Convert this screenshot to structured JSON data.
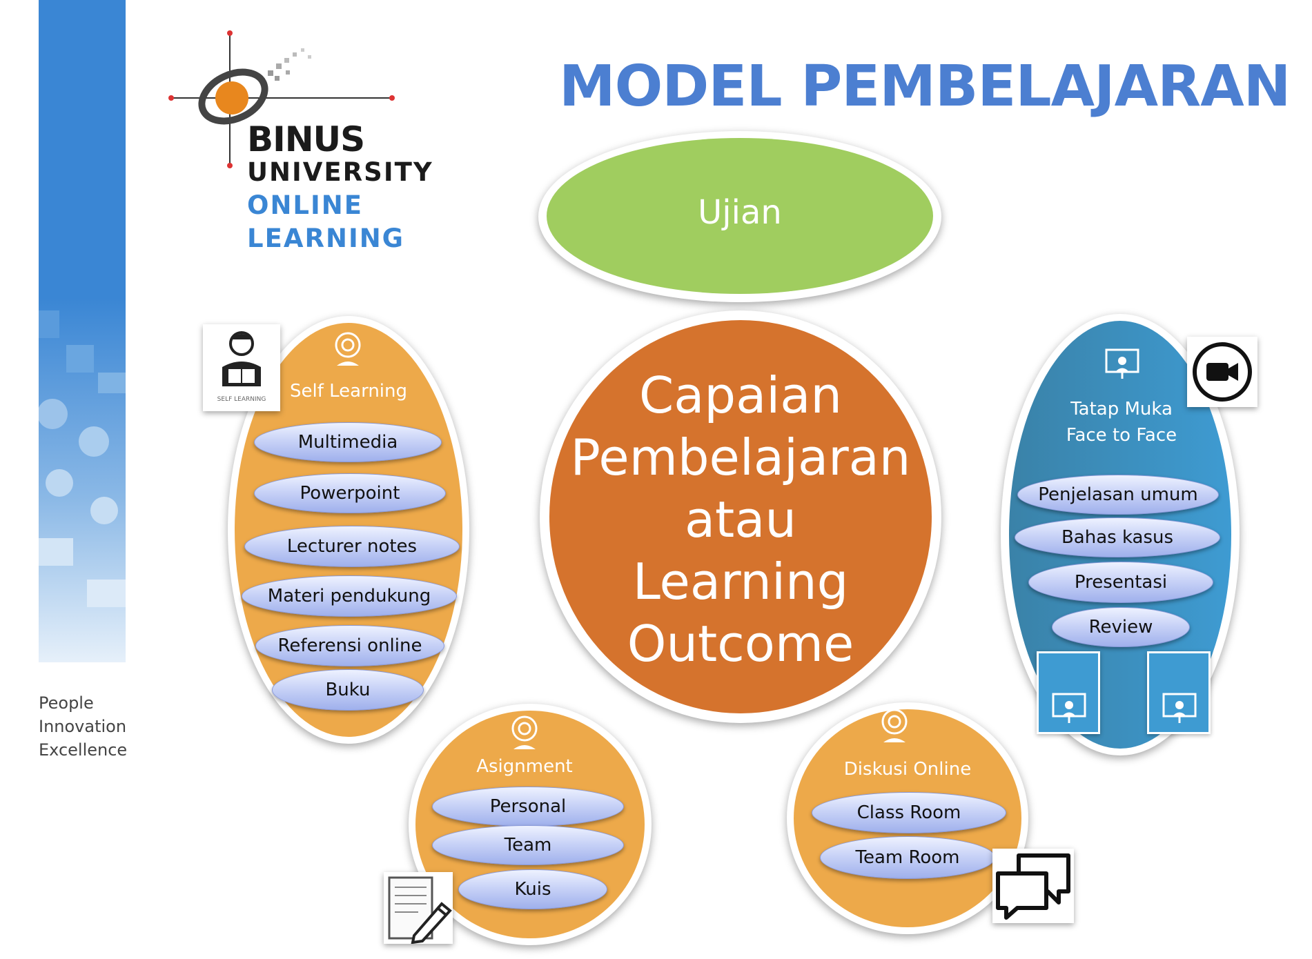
{
  "title": "MODEL PEMBELAJARAN",
  "logo": {
    "line1": "BINUS",
    "line2": "UNIVERSITY",
    "line3": "ONLINE",
    "line4": "LEARNING"
  },
  "tagline": [
    "People",
    "Innovation",
    "Excellence"
  ],
  "top_node": "Ujian",
  "center_node": [
    "Capaian",
    "Pembelajaran",
    "atau",
    "Learning",
    "Outcome"
  ],
  "self_learning": {
    "label": "Self Learning",
    "badge": "SELF LEARNING",
    "items": [
      "Multimedia",
      "Powerpoint",
      "Lecturer notes",
      "Materi pendukung",
      "Referensi online",
      "Buku"
    ]
  },
  "tatap_muka": {
    "label_line1": "Tatap Muka",
    "label_line2": "Face to Face",
    "items": [
      "Penjelasan umum",
      "Bahas kasus",
      "Presentasi",
      "Review"
    ]
  },
  "assignment": {
    "label": "Asignment",
    "items": [
      "Personal",
      "Team",
      "Kuis"
    ]
  },
  "diskusi": {
    "label": "Diskusi Online",
    "items": [
      "Class Room",
      "Team Room"
    ]
  },
  "colors": {
    "title": "#4c7fd1",
    "ujian": "#a0cd5f",
    "center": "#d5732d",
    "orange_node": "#eda94a",
    "blue_node": "#3e9bd2",
    "band": "#3a86d4"
  },
  "icons": [
    "webcam-icon",
    "reading-person-icon",
    "presentation-icon",
    "video-camera-icon",
    "notepad-pencil-icon",
    "chat-bubbles-icon"
  ]
}
